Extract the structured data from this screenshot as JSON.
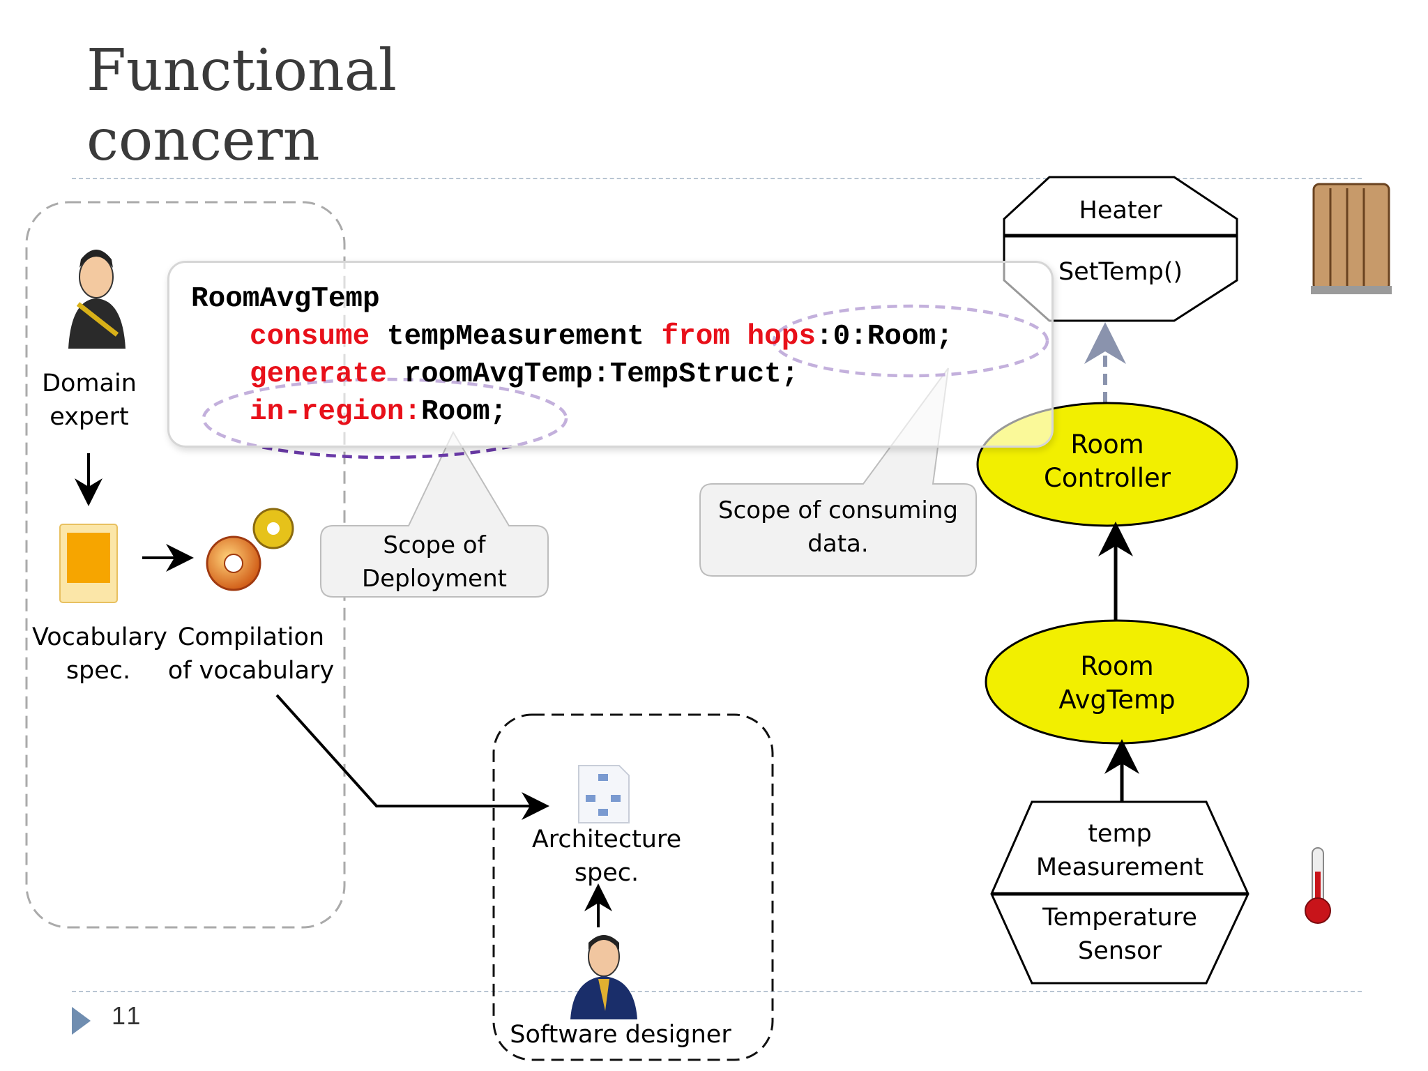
{
  "slide": {
    "title_line1": "Functional",
    "title_line2": "concern",
    "page_number": "11"
  },
  "code": {
    "line1": "RoomAvgTemp",
    "line2_kw1": "consume",
    "line2_mid": " tempMeasurement ",
    "line2_kw2": "from",
    "line2_kw3": " hops",
    "line2_tail": ":0:Room;",
    "line3_kw": "generate",
    "line3_tail": " roomAvgTemp:TempStruct;",
    "line4_kw": "in-region:",
    "line4_tail": "Room;"
  },
  "callouts": {
    "deployment_line1": "Scope of",
    "deployment_line2": "Deployment",
    "consuming_line1": "Scope of consuming",
    "consuming_line2": "data."
  },
  "left_panel": {
    "domain_expert_line1": "Domain",
    "domain_expert_line2": "expert",
    "vocab_line1": "Vocabulary",
    "vocab_line2": "spec.",
    "compilation_line1": "Compilation",
    "compilation_line2": "of  vocabulary"
  },
  "middle_panel": {
    "arch_line1": "Architecture",
    "arch_line2": "spec.",
    "designer": "Software  designer"
  },
  "right_panel": {
    "heater_top": "Heater",
    "heater_bottom": "SetTemp()",
    "room_controller_line1": "Room",
    "room_controller_line2": "Controller",
    "room_avgtemp_line1": "Room",
    "room_avgtemp_line2": "AvgTemp",
    "sensor_top_line1": "temp",
    "sensor_top_line2": "Measurement",
    "sensor_bottom_line1": "Temperature",
    "sensor_bottom_line2": "Sensor"
  },
  "colors": {
    "keyword": "#e8101a",
    "callout_outline": "#6a3aa8",
    "ellipse_fill": "#f2ef00",
    "dashed_box": "#aaaaaa"
  }
}
